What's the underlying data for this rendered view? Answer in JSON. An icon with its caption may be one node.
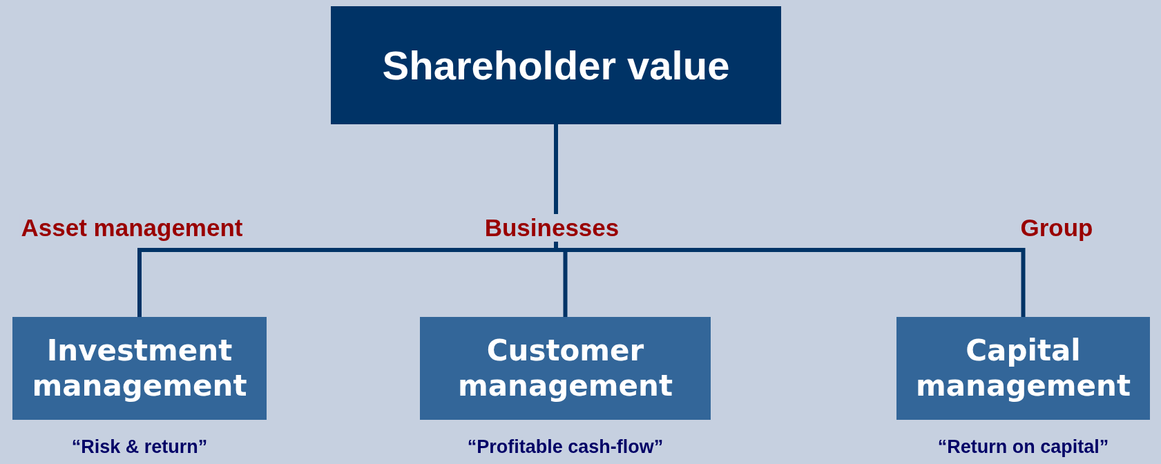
{
  "diagram": {
    "nodes": [
      {
        "text": [
          "Shareholder value"
        ]
      },
      {
        "text": [
          "Investment management"
        ],
        "beside": [
          "“Risk & return”"
        ]
      },
      {
        "text": [
          "Customer management"
        ],
        "beside": [
          "“Profitable cash-flow”"
        ]
      },
      {
        "text": [
          "Capital management"
        ],
        "beside": [
          "“Return on capital”"
        ]
      }
    ],
    "edges": [
      {
        "from": 0,
        "to": 1,
        "arrow": "none",
        "label": "Asset management"
      },
      {
        "from": 0,
        "to": 2,
        "arrow": "none",
        "label": "Businesses"
      },
      {
        "from": 0,
        "to": 3,
        "arrow": "none",
        "label": "Group"
      }
    ]
  }
}
